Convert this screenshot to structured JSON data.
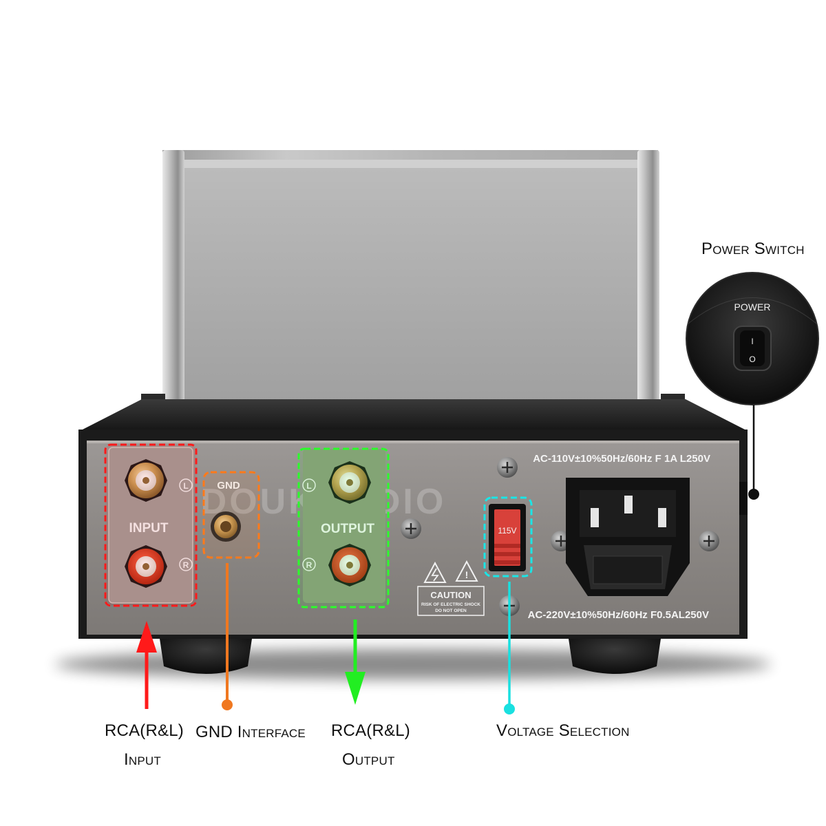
{
  "labels": {
    "power_switch": "Power Switch",
    "rca_input_line1": "RCA(R&L)",
    "rca_input_line2": "Input",
    "gnd_interface": "GND Interface",
    "rca_output_line1": "RCA(R&L)",
    "rca_output_line2": "Output",
    "voltage_selection": "Voltage Selection"
  },
  "panel": {
    "input": "INPUT",
    "output": "OUTPUT",
    "gnd": "GND",
    "left": "L",
    "right": "R",
    "ac_110": "AC-110V±10%50Hz/60Hz F 1A L250V",
    "ac_220": "AC-220V±10%50Hz/60Hz F0.5AL250V",
    "voltage_value": "115V",
    "caution": "CAUTION",
    "caution_line1": "RISK OF ELECTRIC SHOCK",
    "caution_line2": "DO NOT OPEN",
    "watermark": "DOUKAUDIO",
    "power_inset": "POWER",
    "switch_on": "I",
    "switch_off": "O"
  },
  "colors": {
    "input_box": "#ff1a1a",
    "gnd_box": "#ff7a1a",
    "output_box": "#2bff2b",
    "voltage_box": "#19e6e6",
    "input_arrow": "#ff1a1a",
    "gnd_line": "#f07820",
    "output_arrow": "#22ee22",
    "voltage_line": "#19e0e0"
  }
}
